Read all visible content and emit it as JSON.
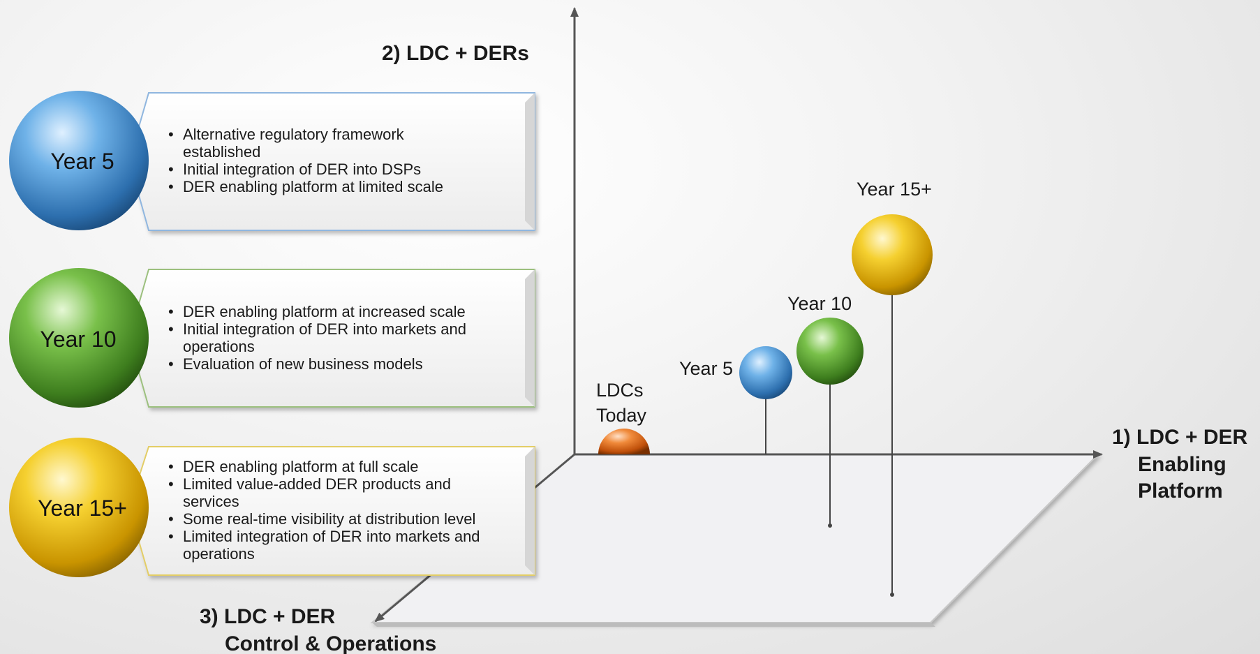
{
  "axes": {
    "y_label": "2) LDC + DERs",
    "x_label_lines": [
      "1) LDC + DER",
      "Enabling",
      "Platform"
    ],
    "z_label_lines": [
      "3) LDC + DER",
      "Control & Operations"
    ]
  },
  "stages": [
    {
      "title": "Year 5",
      "color": "#3b86c8",
      "bullets": [
        [
          "Alternative regulatory framework",
          "established"
        ],
        [
          "Initial integration of DER into DSPs"
        ],
        [
          "DER enabling platform at limited scale"
        ]
      ]
    },
    {
      "title": "Year 10",
      "color": "#4f9a2a",
      "bullets": [
        [
          "DER enabling platform at increased scale"
        ],
        [
          "Initial integration of DER into markets and",
          "operations"
        ],
        [
          "Evaluation of new business models"
        ]
      ]
    },
    {
      "title": "Year 15+",
      "color": "#e0b000",
      "bullets": [
        [
          "DER enabling platform at full scale"
        ],
        [
          "Limited value-added DER products and",
          "services"
        ],
        [
          "Some real-time visibility at distribution level"
        ],
        [
          "Limited integration of DER into markets and",
          "operations"
        ]
      ]
    }
  ],
  "points": [
    {
      "label_lines": [
        "LDCs",
        "Today"
      ],
      "color": "#e06a1a"
    },
    {
      "label_lines": [
        "Year 5"
      ],
      "color": "#3b86c8"
    },
    {
      "label_lines": [
        "Year 10"
      ],
      "color": "#4f9a2a"
    },
    {
      "label_lines": [
        "Year 15+"
      ],
      "color": "#e0b000"
    }
  ]
}
